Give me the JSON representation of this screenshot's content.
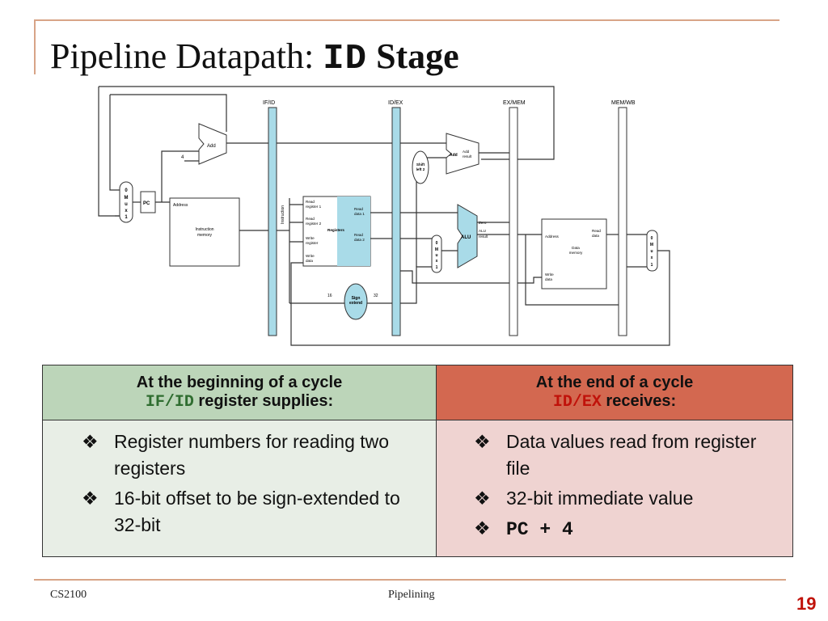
{
  "title": {
    "prefix": "Pipeline Datapath: ",
    "code": "ID",
    "suffix": " Stage"
  },
  "diagram": {
    "pipe_regs": [
      "IF/ID",
      "ID/EX",
      "EX/MEM",
      "MEM/WB"
    ],
    "add": "Add",
    "four": "4",
    "mux_letters": [
      "0",
      "M",
      "u",
      "x",
      "1"
    ],
    "pc": "PC",
    "address": "Address",
    "instr_mem": [
      "Instruction",
      "memory"
    ],
    "instruction": "Instruction",
    "reg_inputs": [
      "Read",
      "register 1",
      "Read",
      "register 2",
      "Write",
      "register",
      "Write",
      "data"
    ],
    "registers": "Registers",
    "read_data": [
      "Read",
      "data 1",
      "Read",
      "data 2"
    ],
    "shift": [
      "Shift",
      "left 2"
    ],
    "add_result": [
      "Add",
      "Add",
      "result"
    ],
    "alu": "ALU",
    "zero": "Zero",
    "alu_result": [
      "ALU",
      "result"
    ],
    "dm_address": "Address",
    "data_mem": [
      "Data",
      "memory"
    ],
    "dm_read": [
      "Read",
      "data"
    ],
    "dm_write": [
      "Write",
      "data"
    ],
    "sign_extend": [
      "Sign",
      "extend"
    ],
    "n16": "16",
    "n32": "32"
  },
  "table": {
    "left_header": {
      "line1": "At the beginning of a cycle",
      "code": "IF/ID",
      "rest": " register supplies:"
    },
    "right_header": {
      "line1": "At the end of a cycle",
      "code": "ID/EX",
      "rest": " receives:"
    },
    "bullet_glyph": "❖",
    "left_items": [
      "Register numbers for reading two registers",
      "16-bit offset to be sign-extended to 32-bit"
    ],
    "right_items": [
      "Data values read from register file",
      "32-bit immediate value",
      "PC + 4"
    ]
  },
  "footer": {
    "left": "CS2100",
    "center": "Pipelining",
    "page": "19"
  }
}
